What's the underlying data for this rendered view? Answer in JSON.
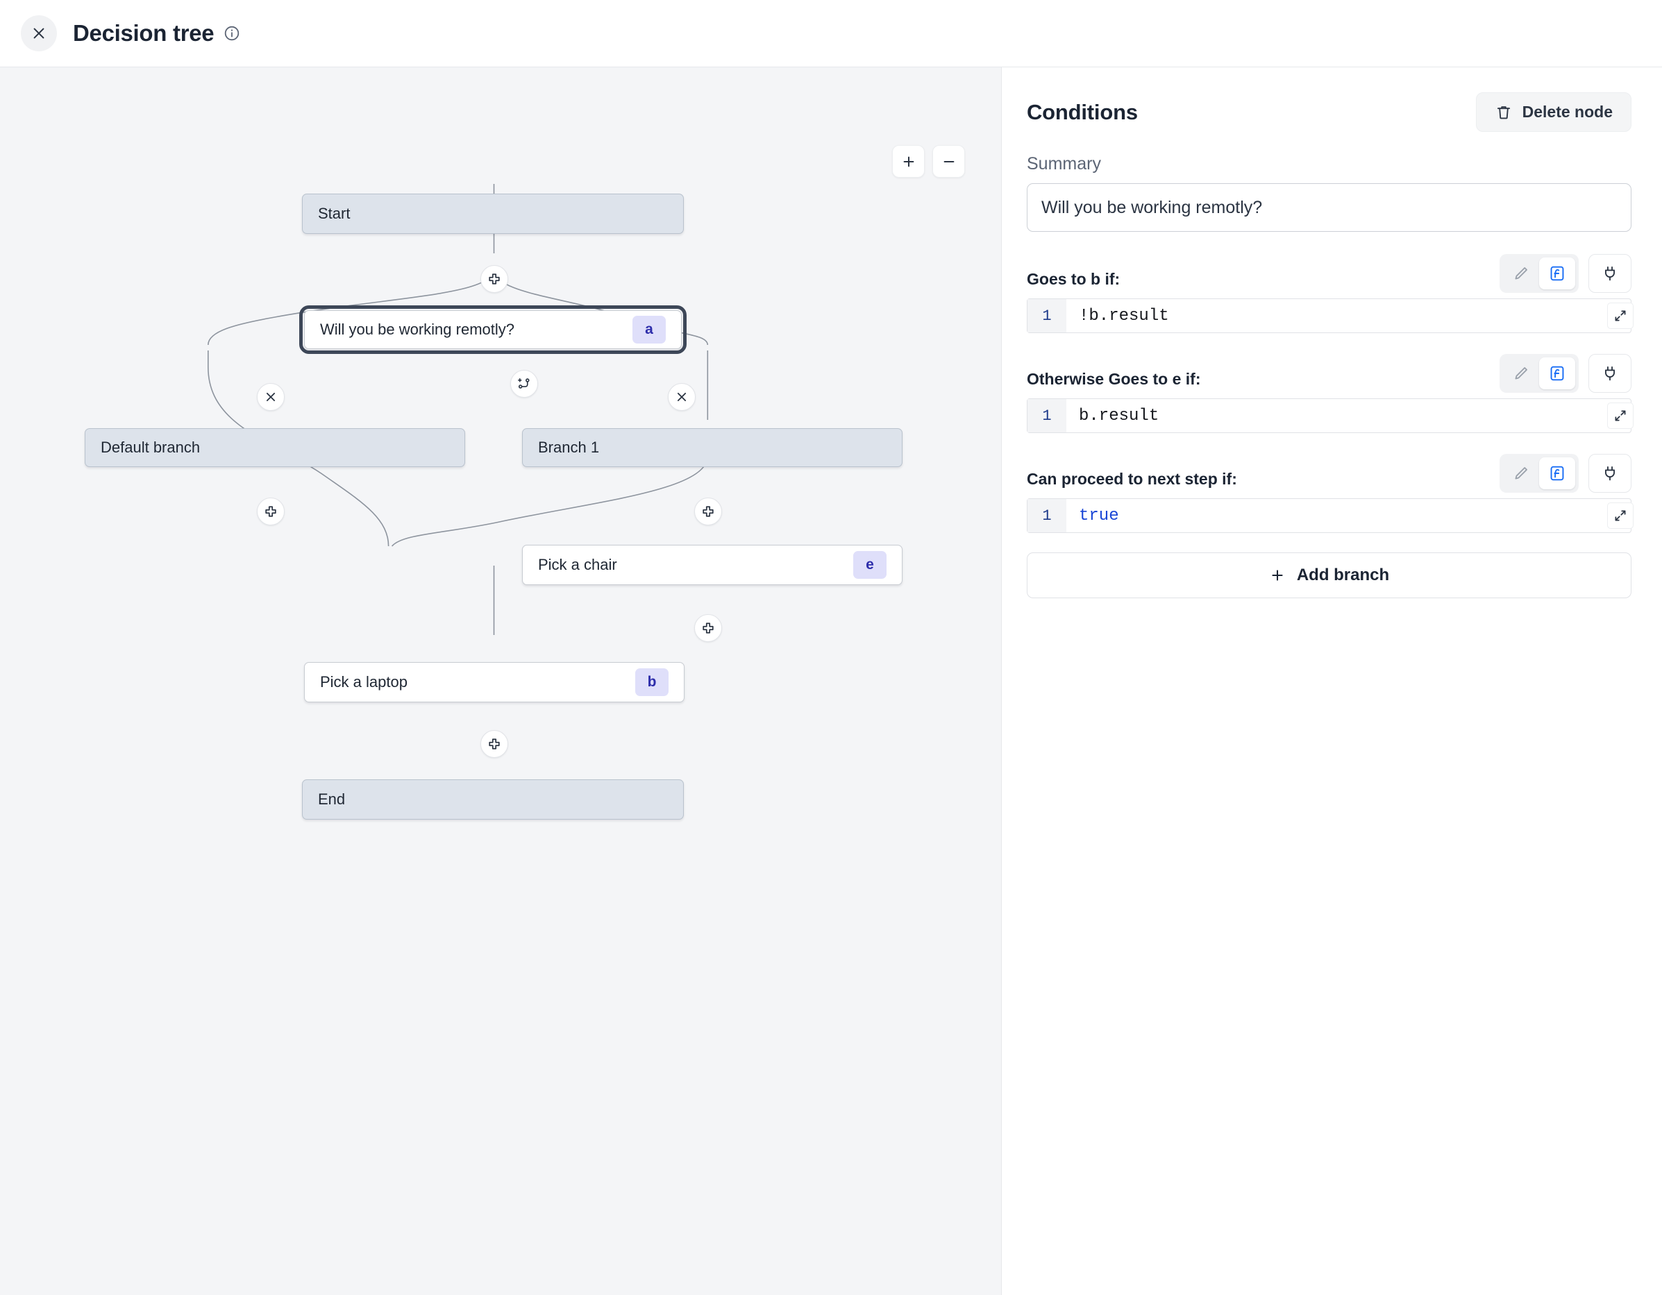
{
  "header": {
    "title": "Decision tree",
    "close_icon": "close-icon",
    "info_icon": "info-icon"
  },
  "canvas": {
    "zoom_in_label": "+",
    "zoom_out_label": "−",
    "nodes": [
      {
        "id": "start",
        "label": "Start",
        "kind": "sys",
        "badge": ""
      },
      {
        "id": "a",
        "label": "Will you be working remotly?",
        "kind": "selected",
        "badge": "a"
      },
      {
        "id": "default-branch",
        "label": "Default branch",
        "kind": "sys",
        "badge": ""
      },
      {
        "id": "branch-1",
        "label": "Branch 1",
        "kind": "sys",
        "badge": ""
      },
      {
        "id": "e",
        "label": "Pick a chair",
        "kind": "step",
        "badge": "e"
      },
      {
        "id": "b",
        "label": "Pick a laptop",
        "kind": "step",
        "badge": "b"
      },
      {
        "id": "end",
        "label": "End",
        "kind": "sys",
        "badge": ""
      }
    ],
    "handles": [
      {
        "id": "add-after-start",
        "icon": "plus-node-icon"
      },
      {
        "id": "add-branch-from-a",
        "icon": "branch-icon"
      },
      {
        "id": "remove-default-branch",
        "icon": "close-icon"
      },
      {
        "id": "remove-branch-1",
        "icon": "close-icon"
      },
      {
        "id": "add-after-default-branch",
        "icon": "plus-node-icon"
      },
      {
        "id": "add-after-branch-1",
        "icon": "plus-node-icon"
      },
      {
        "id": "add-after-pick-a-chair",
        "icon": "plus-node-icon"
      },
      {
        "id": "add-after-pick-a-laptop",
        "icon": "plus-node-icon"
      }
    ]
  },
  "panel": {
    "title": "Conditions",
    "delete_label": "Delete node",
    "summary_label": "Summary",
    "summary_value": "Will you be working remotly?",
    "conditions": [
      {
        "label": "Goes to b if:",
        "line_no": "1",
        "code": "!b.result",
        "keyword": false
      },
      {
        "label": "Otherwise Goes to e if:",
        "line_no": "1",
        "code": "b.result",
        "keyword": false
      },
      {
        "label": "Can proceed to next step if:",
        "line_no": "1",
        "code": "true",
        "keyword": true
      }
    ],
    "add_branch_label": "Add branch",
    "tool_icons": {
      "pencil": "pencil-icon",
      "fx": "function-icon",
      "plug": "plug-icon",
      "expand": "expand-icon"
    }
  },
  "colors": {
    "canvas_bg": "#f4f5f7",
    "sys_node_bg": "#dde3eb",
    "badge_bg": "#dfdffa",
    "badge_text": "#2e2eab",
    "accent_blue": "#1a46d6",
    "selected_ring": "#3d4758"
  }
}
